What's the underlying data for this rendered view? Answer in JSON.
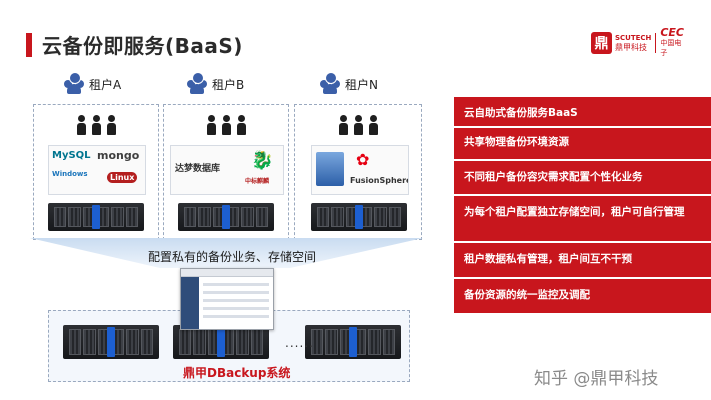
{
  "slide": {
    "title": "云备份即服务(BaaS)",
    "logo": {
      "brand_en": "SCUTECH",
      "brand_cn": "鼎甲科技",
      "partner_en": "CEC",
      "partner_cn": "中国电子"
    }
  },
  "tenants": [
    {
      "label": "租户A",
      "logos": [
        "MySQL",
        "mongo",
        "Windows",
        "Linux"
      ]
    },
    {
      "label": "租户B",
      "logos": [
        "达梦数据库",
        "中标麒麟"
      ]
    },
    {
      "label": "租户N",
      "logos": [
        "FusionSphere"
      ]
    }
  ],
  "config_label": "配置私有的备份业务、存储空间",
  "storage": {
    "label": "鼎甲DBackup系统",
    "ellipsis": "......"
  },
  "features": [
    "云自助式备份服务BaaS",
    "共享物理备份环境资源",
    "不同租户备份容灾需求配置个性化业务",
    "为每个租户配置独立存储空间，租户可自行管理",
    "租户数据私有管理，租户间互不干预",
    "备份资源的统一监控及调配"
  ],
  "watermark": "知乎 @鼎甲科技",
  "colors": {
    "accent": "#c8161d",
    "tenant_icon": "#3b5fa8",
    "server_led": "#1d5fd0"
  }
}
